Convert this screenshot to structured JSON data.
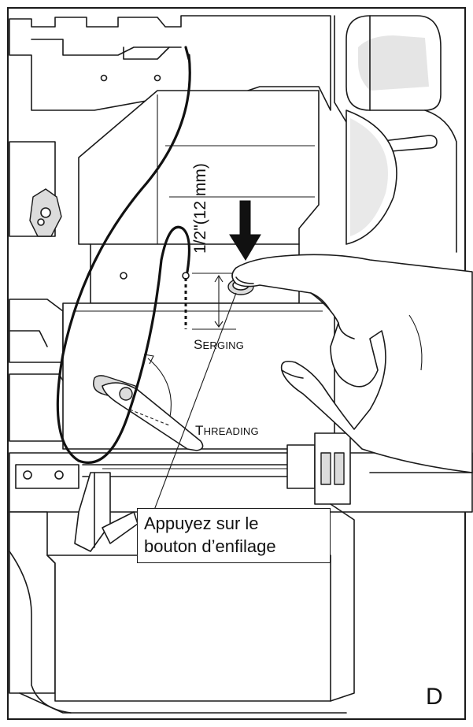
{
  "callout": {
    "line1": "Appuyez sur le",
    "line2": "bouton d’enfilage"
  },
  "dimension_label": "1/2\"(12 mm)",
  "labels": {
    "serging_first": "S",
    "serging_rest": "ERGING",
    "threading_first": "T",
    "threading_rest": "HREADING"
  },
  "figure_letter": "D"
}
